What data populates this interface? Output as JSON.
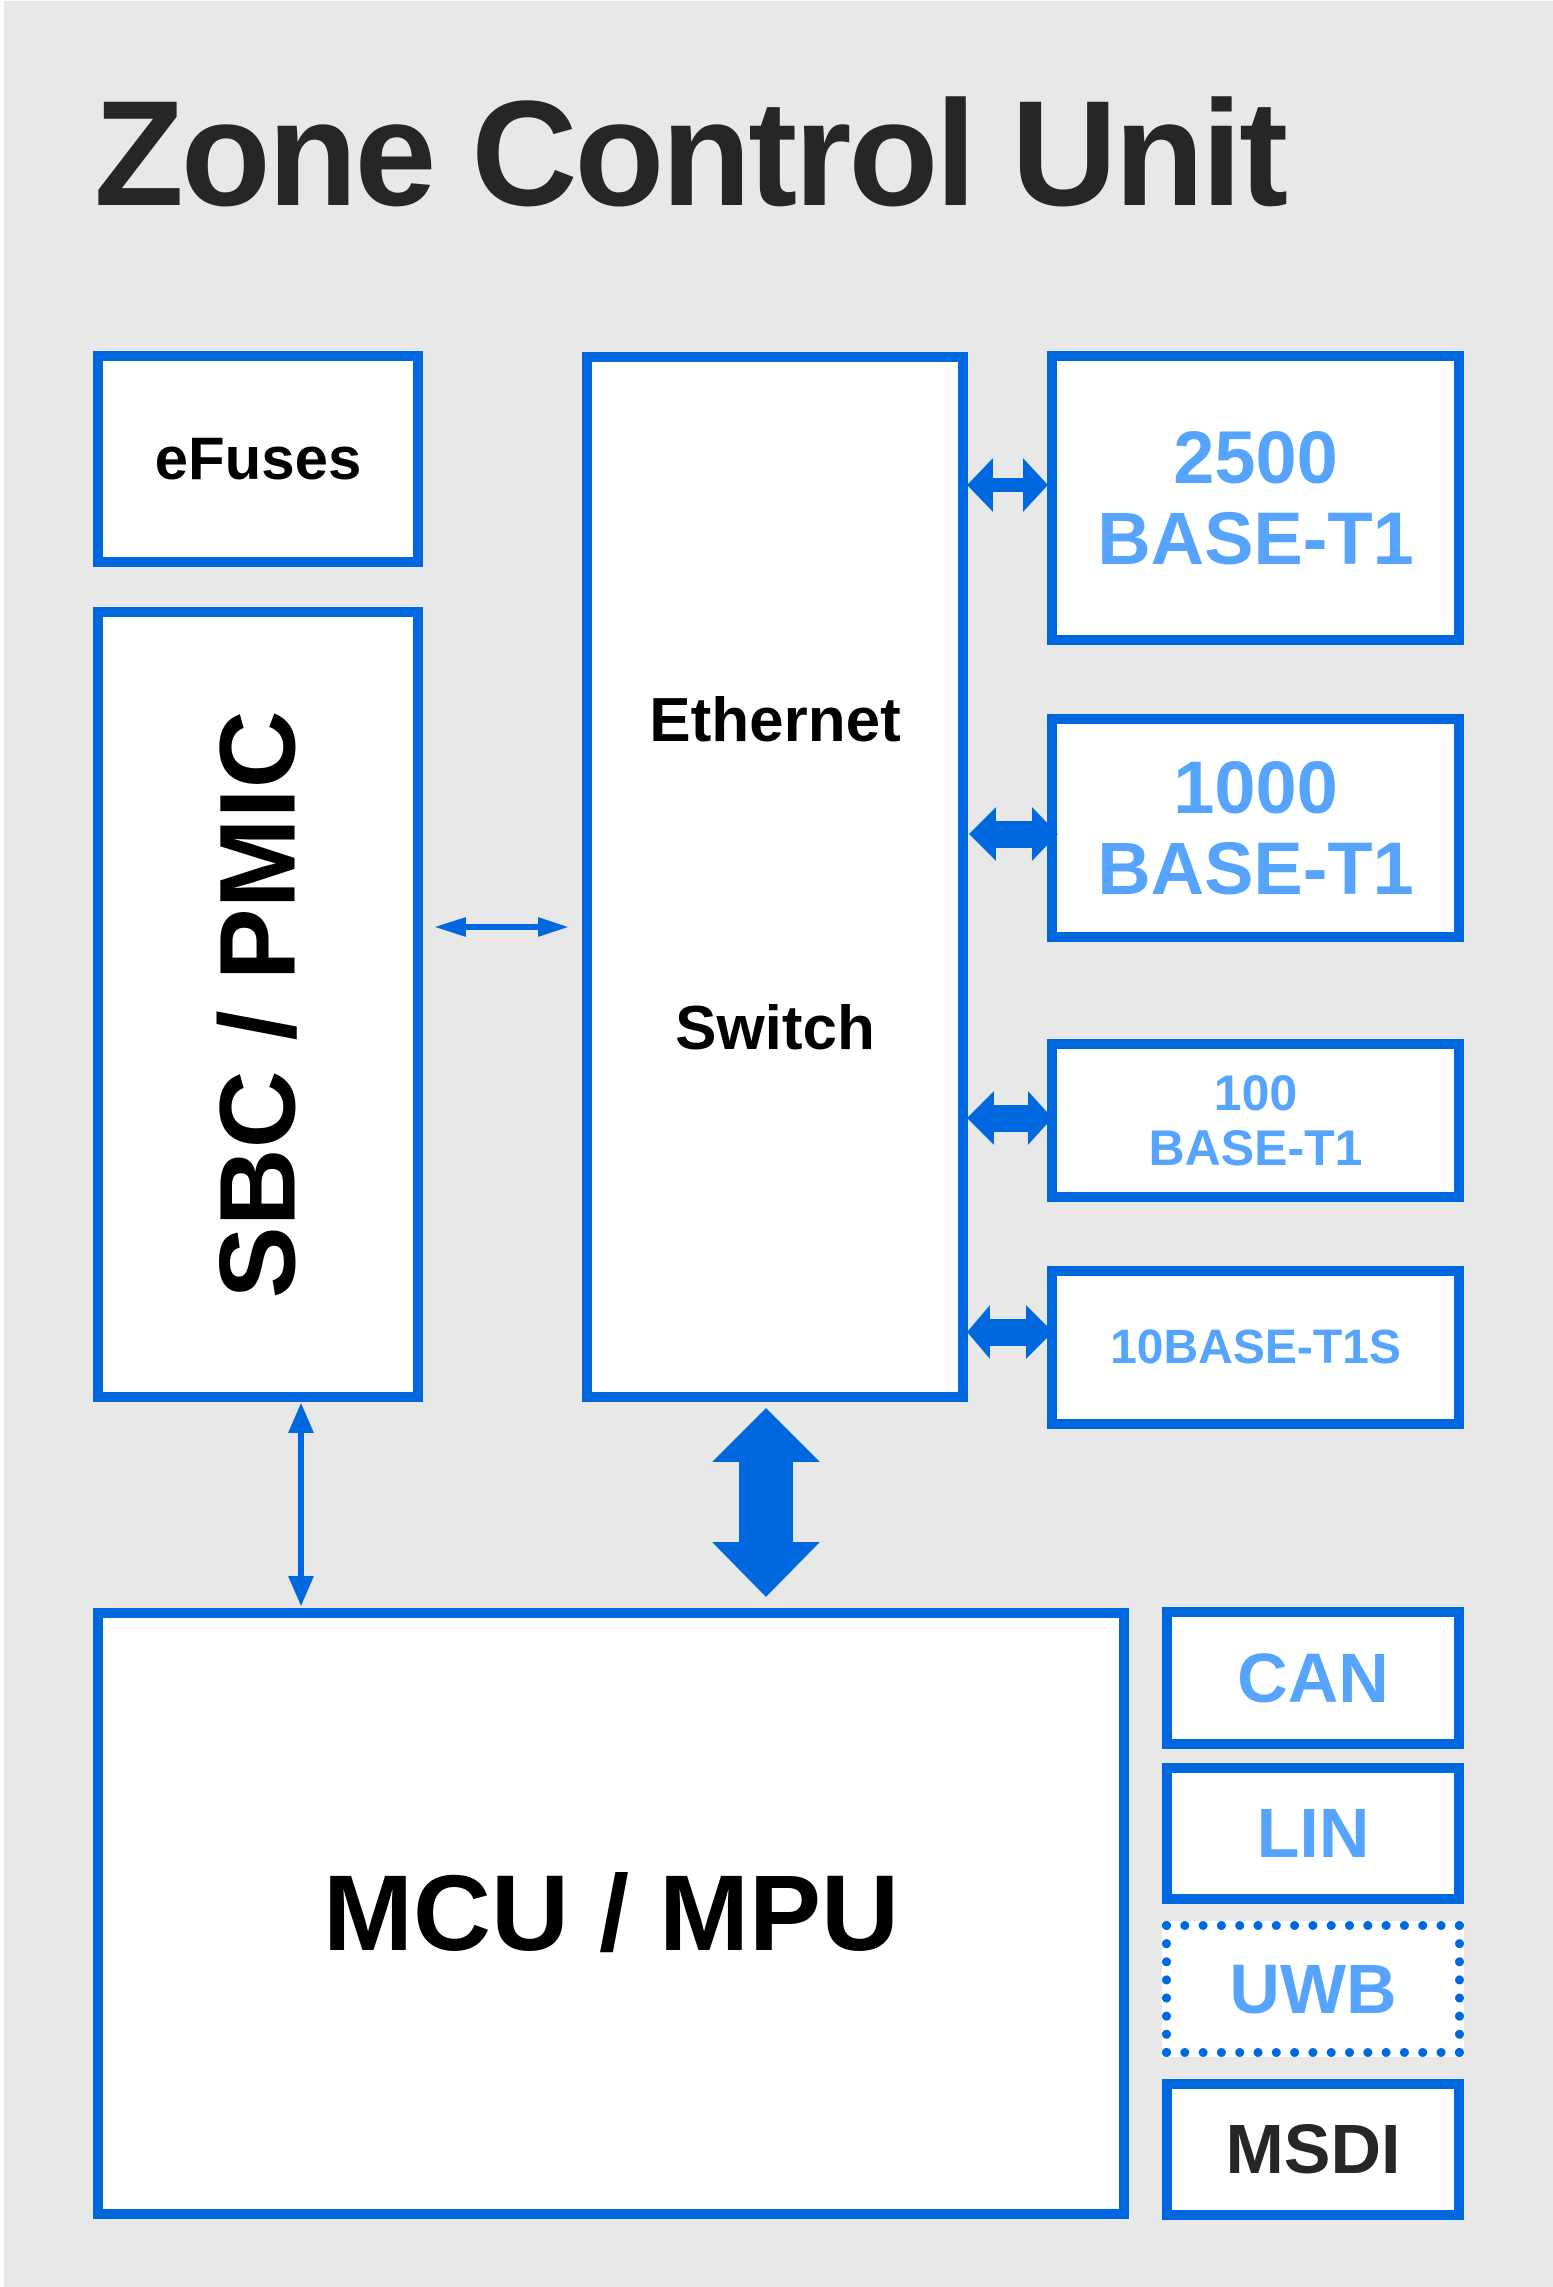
{
  "title": "Zone Control Unit",
  "colors": {
    "background": "#e8e8e8",
    "border_blue": "#0068df",
    "label_light_blue": "#57a4ff",
    "label_dark": "#000000",
    "title": "#262626"
  },
  "blocks": {
    "efuses": {
      "label": "eFuses"
    },
    "sbc_pmic": {
      "label": "SBC / PMIC"
    },
    "ethernet_switch": {
      "line1": "Ethernet",
      "line2": "Switch"
    },
    "phy_2500": {
      "line1": "2500",
      "line2": "BASE-T1"
    },
    "phy_1000": {
      "line1": "1000",
      "line2": "BASE-T1"
    },
    "phy_100": {
      "line1": "100",
      "line2": "BASE-T1"
    },
    "phy_10": {
      "label": "10BASE-T1S"
    },
    "mcu_mpu": {
      "label": "MCU / MPU"
    },
    "can": {
      "label": "CAN"
    },
    "lin": {
      "label": "LIN"
    },
    "uwb": {
      "label": "UWB",
      "optional": true
    },
    "msdi": {
      "label": "MSDI"
    }
  },
  "connections": [
    {
      "from": "sbc_pmic",
      "to": "ethernet_switch",
      "direction": "bidirectional",
      "weight": "thin"
    },
    {
      "from": "sbc_pmic",
      "to": "mcu_mpu",
      "direction": "bidirectional",
      "weight": "thin"
    },
    {
      "from": "ethernet_switch",
      "to": "mcu_mpu",
      "direction": "bidirectional",
      "weight": "thick"
    },
    {
      "from": "ethernet_switch",
      "to": "phy_2500",
      "direction": "bidirectional",
      "weight": "medium"
    },
    {
      "from": "ethernet_switch",
      "to": "phy_1000",
      "direction": "bidirectional",
      "weight": "medium"
    },
    {
      "from": "ethernet_switch",
      "to": "phy_100",
      "direction": "bidirectional",
      "weight": "medium"
    },
    {
      "from": "ethernet_switch",
      "to": "phy_10",
      "direction": "bidirectional",
      "weight": "medium"
    }
  ]
}
